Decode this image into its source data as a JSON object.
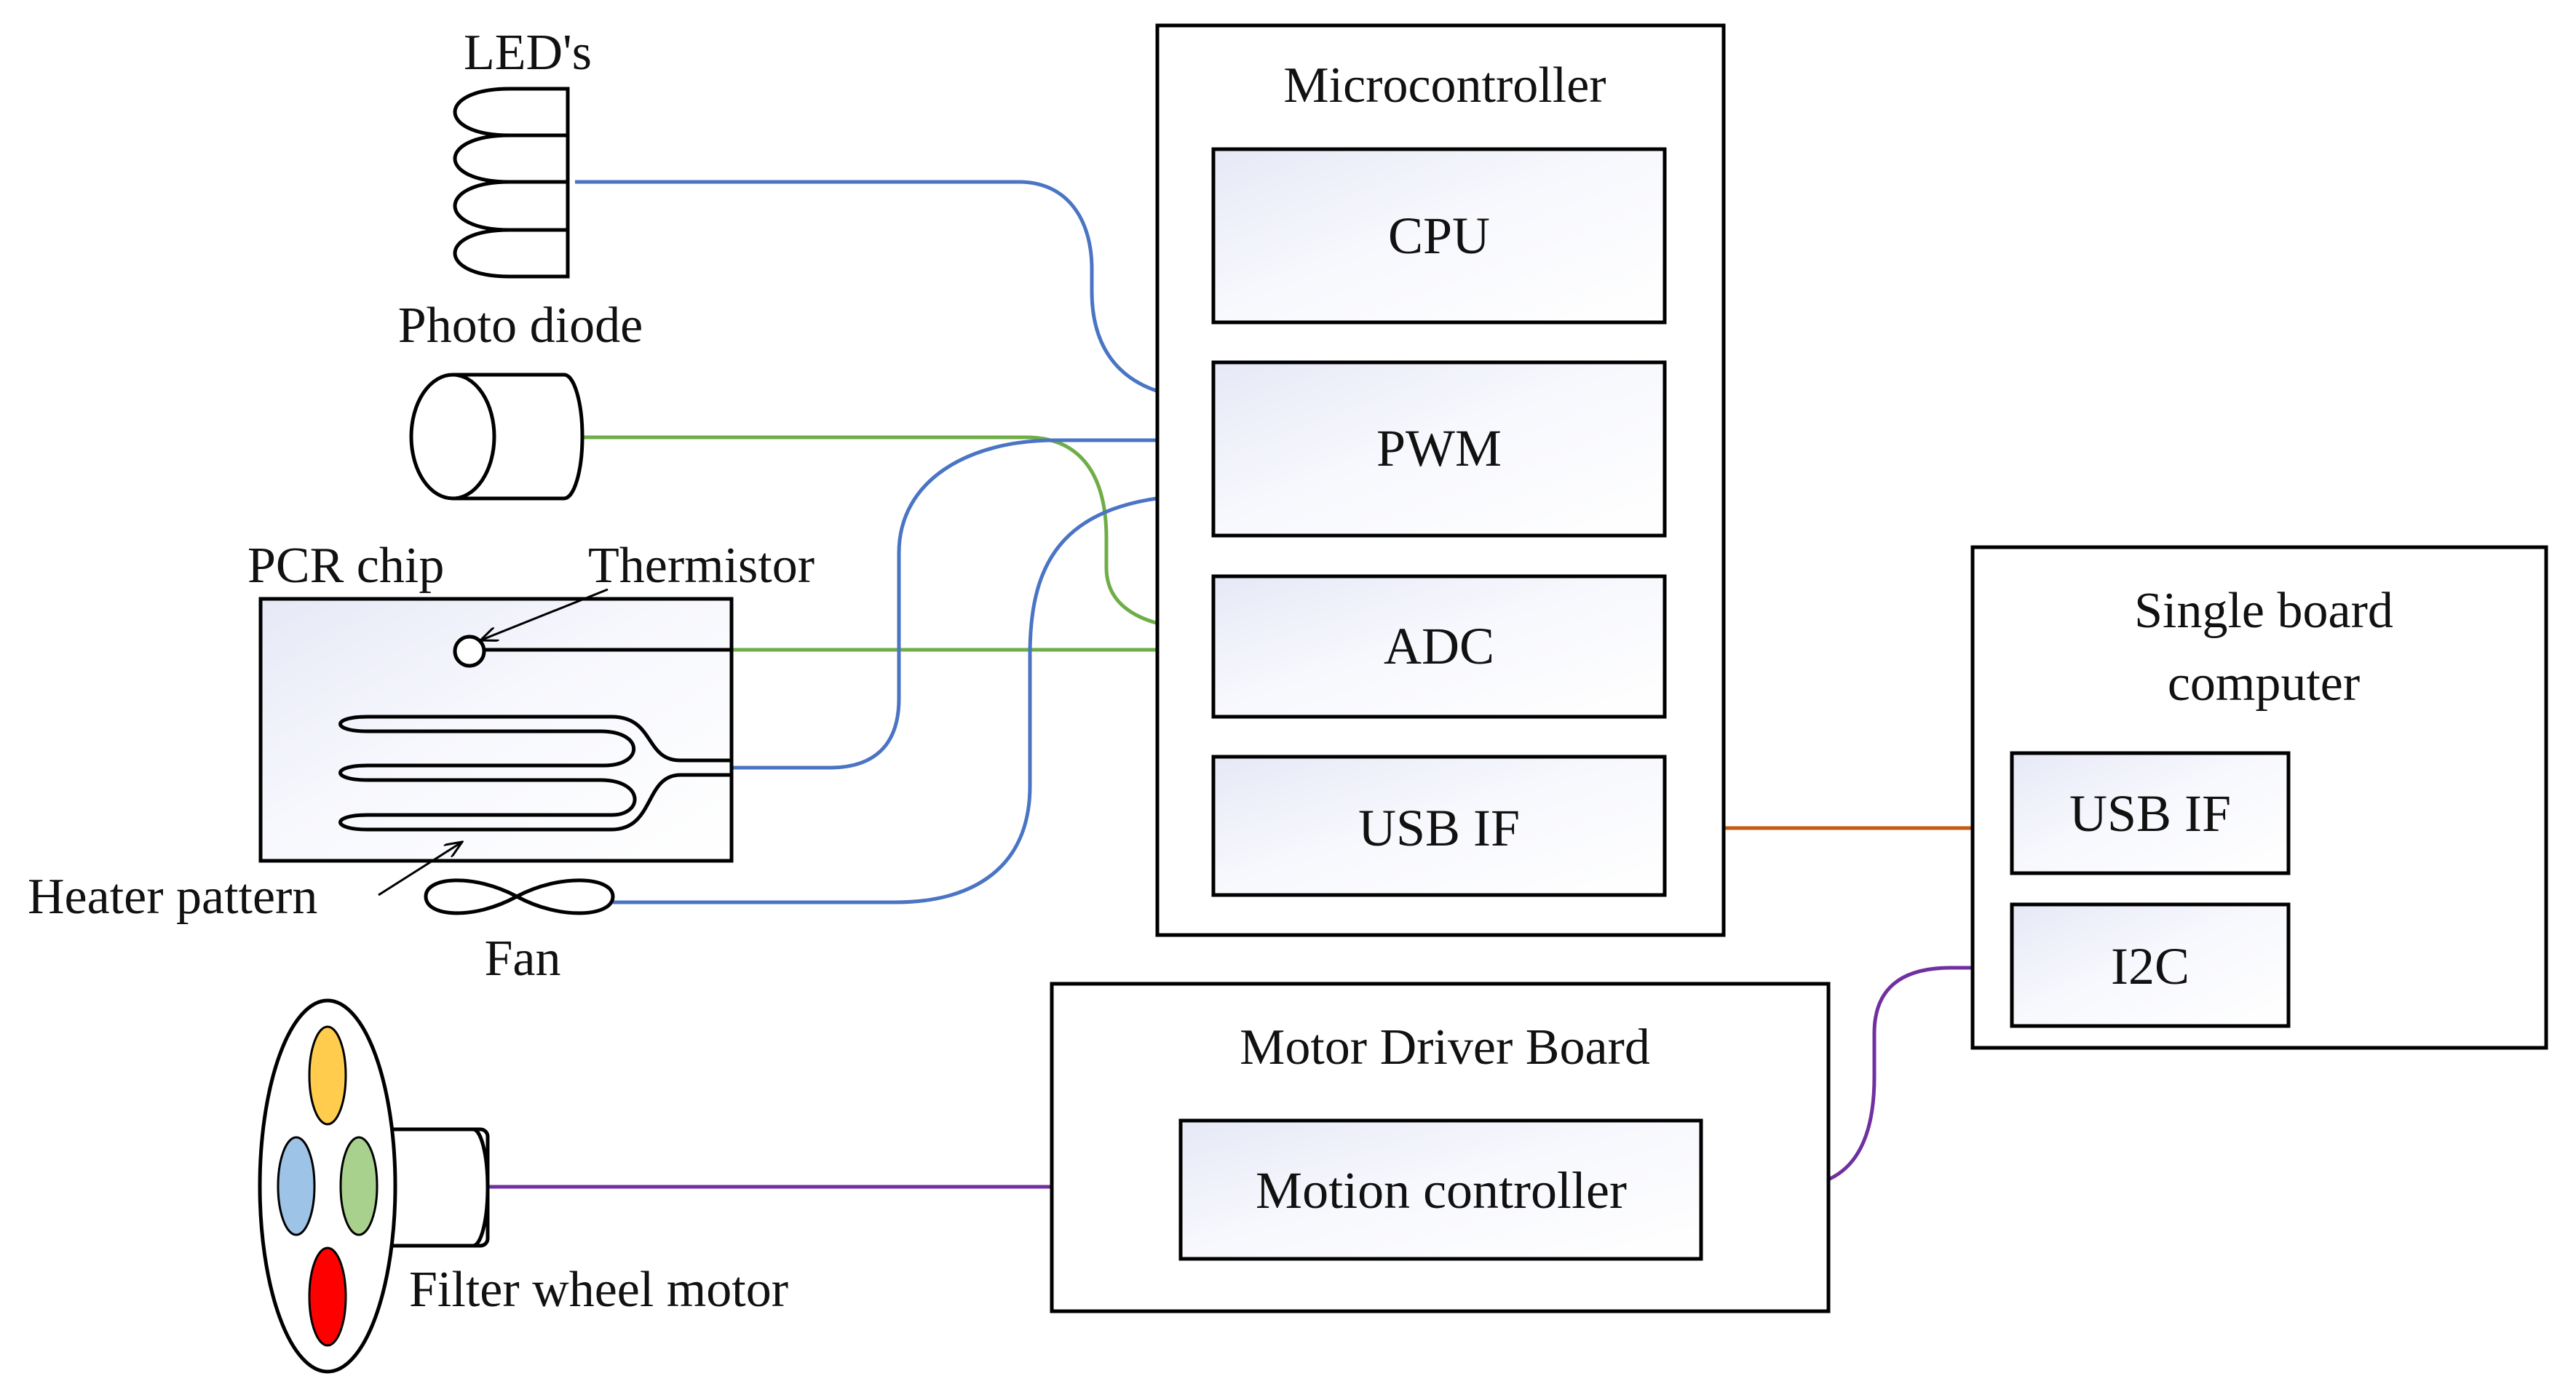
{
  "labels": {
    "leds": "LED's",
    "photo_diode": "Photo diode",
    "pcr_chip": "PCR chip",
    "thermistor": "Thermistor",
    "heater_pattern": "Heater pattern",
    "fan": "Fan",
    "filter_wheel_motor": "Filter wheel motor"
  },
  "microcontroller": {
    "title": "Microcontroller",
    "cpu": "CPU",
    "pwm": "PWM",
    "adc": "ADC",
    "usb_if": "USB IF"
  },
  "single_board_computer": {
    "title_line1": "Single board",
    "title_line2": "computer",
    "usb_if": "USB IF",
    "i2c": "I2C"
  },
  "motor_driver_board": {
    "title": "Motor Driver Board",
    "motion_controller": "Motion controller"
  },
  "colors": {
    "blue_wire": "#4a74c4",
    "green_wire": "#6fad47",
    "orange_wire": "#c55a11",
    "purple_wire": "#7030a0",
    "filter_yellow": "#ffcc4d",
    "filter_blue": "#9dc3e6",
    "filter_green": "#a9d18e",
    "filter_red": "#ff0000"
  }
}
